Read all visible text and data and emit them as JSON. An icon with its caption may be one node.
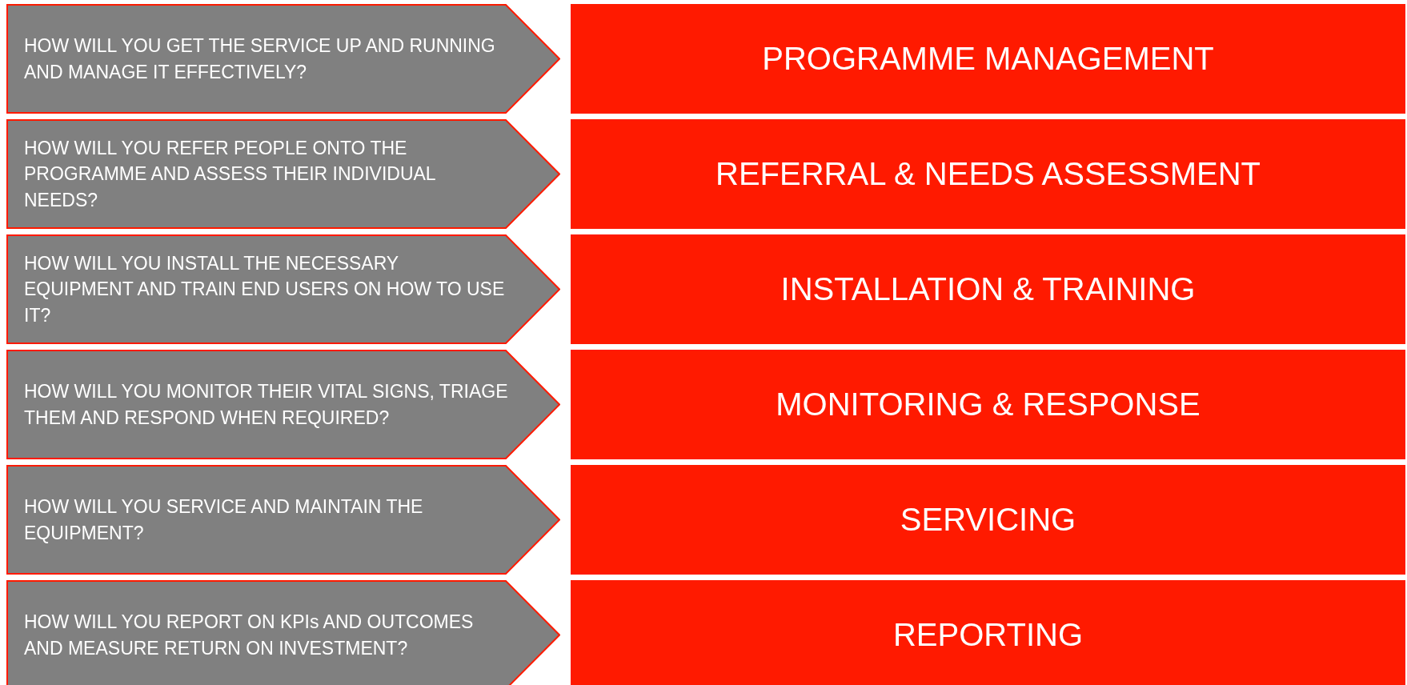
{
  "diagram": {
    "nodes": [
      {
        "text": [
          "HOW WILL YOU GET THE SERVICE UP AND RUNNING AND MANAGE IT EFFECTIVELY?"
        ]
      },
      {
        "text": [
          "PROGRAMME MANAGEMENT"
        ]
      },
      {
        "text": [
          "HOW WILL YOU REFER PEOPLE ONTO THE PROGRAMME AND ASSESS THEIR INDIVIDUAL NEEDS?"
        ]
      },
      {
        "text": [
          "REFERRAL & NEEDS ASSESSMENT"
        ]
      },
      {
        "text": [
          "HOW WILL YOU INSTALL THE NECESSARY EQUIPMENT AND TRAIN END USERS ON HOW TO USE IT?"
        ]
      },
      {
        "text": [
          "INSTALLATION & TRAINING"
        ]
      },
      {
        "text": [
          "HOW WILL YOU MONITOR THEIR VITAL SIGNS, TRIAGE THEM AND RESPOND WHEN REQUIRED?"
        ]
      },
      {
        "text": [
          "MONITORING & RESPONSE"
        ]
      },
      {
        "text": [
          "HOW WILL YOU SERVICE AND MAINTAIN THE EQUIPMENT?"
        ]
      },
      {
        "text": [
          "SERVICING"
        ]
      },
      {
        "text": [
          "HOW WILL YOU REPORT ON KPIs AND OUTCOMES AND MEASURE RETURN ON INVESTMENT?"
        ]
      },
      {
        "text": [
          "REPORTING"
        ]
      }
    ],
    "edges": []
  }
}
